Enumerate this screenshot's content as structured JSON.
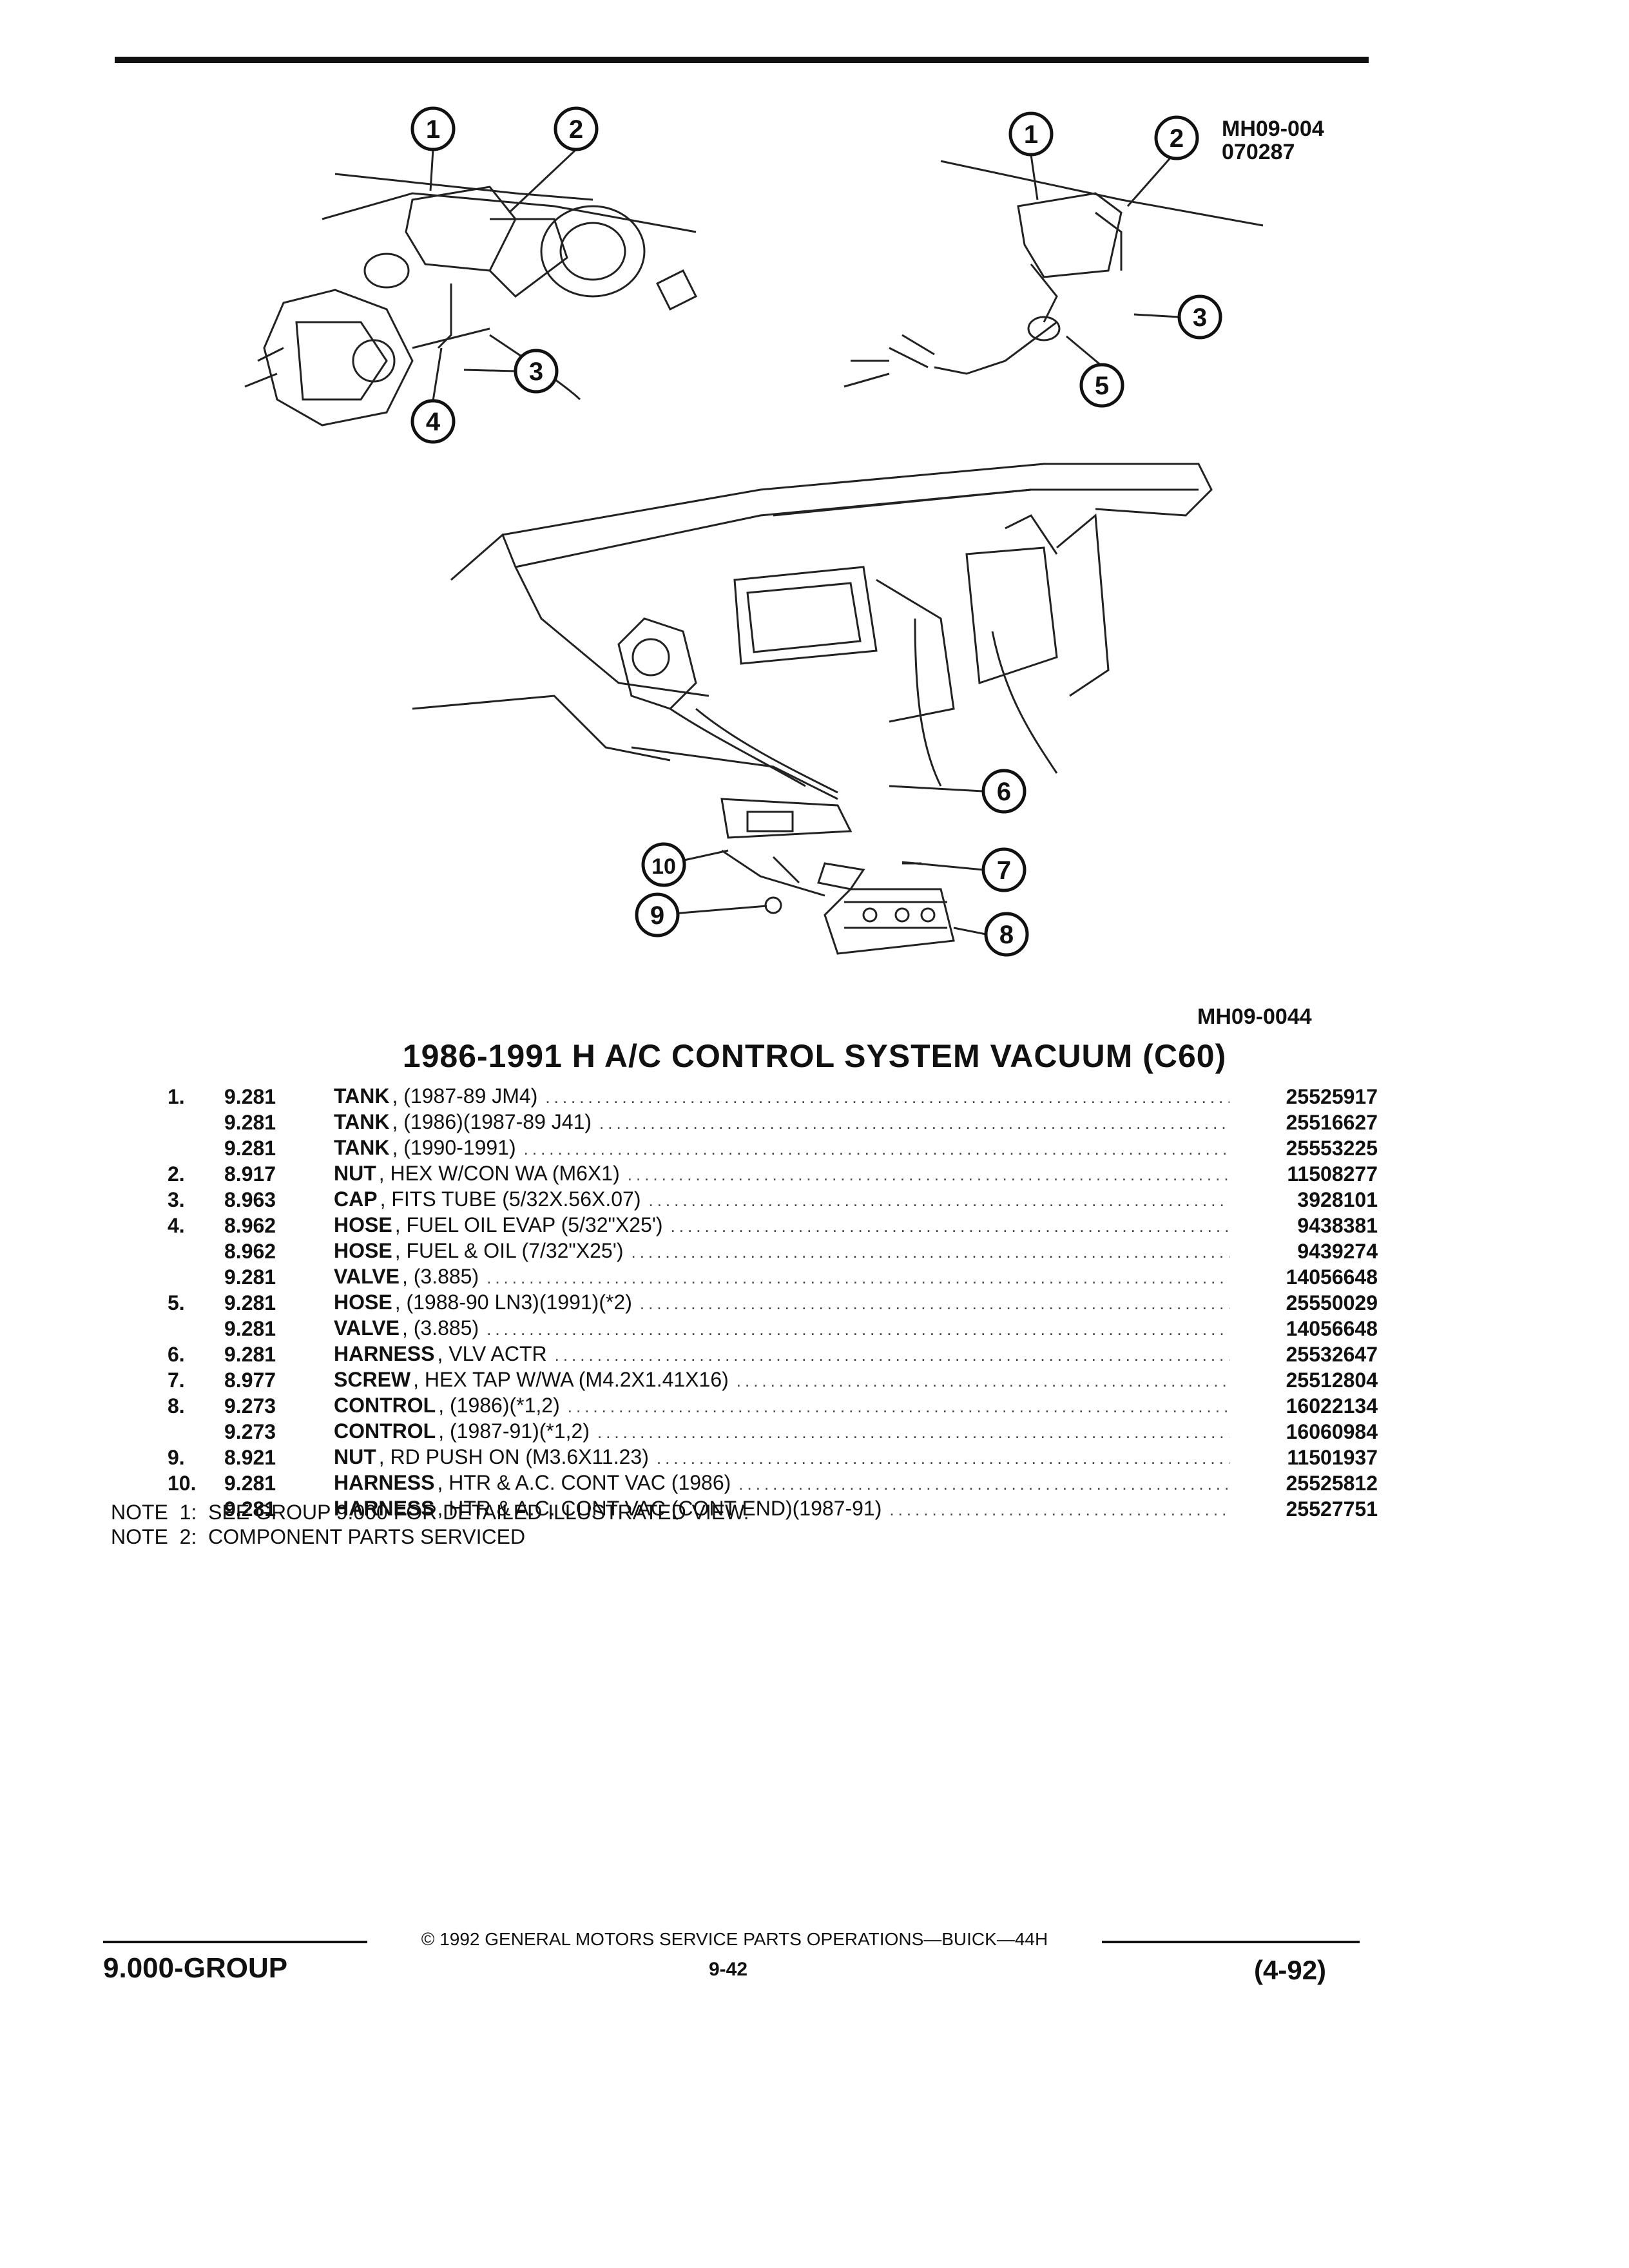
{
  "figure": {
    "code_top_right": "MH09-004",
    "code_top_right_2": "070287",
    "code_bottom": "MH09-0044",
    "callouts": [
      "1",
      "2",
      "3",
      "4",
      "1",
      "2",
      "3",
      "5",
      "6",
      "7",
      "8",
      "9",
      "10"
    ]
  },
  "title": "1986-1991 H A/C CONTROL SYSTEM VACUUM (C60)",
  "parts": [
    {
      "num": "1.",
      "group": "9.281",
      "name": "TANK",
      "qual": ", (1987-89 JM4)",
      "part_no": "25525917"
    },
    {
      "num": "",
      "group": "9.281",
      "name": "TANK",
      "qual": ", (1986)(1987-89 J41)",
      "part_no": "25516627"
    },
    {
      "num": "",
      "group": "9.281",
      "name": "TANK",
      "qual": ", (1990-1991)",
      "part_no": "25553225"
    },
    {
      "num": "2.",
      "group": "8.917",
      "name": "NUT",
      "qual": ", HEX W/CON WA (M6X1)",
      "part_no": "11508277"
    },
    {
      "num": "3.",
      "group": "8.963",
      "name": "CAP",
      "qual": ", FITS TUBE (5/32X.56X.07)",
      "part_no": "3928101"
    },
    {
      "num": "4.",
      "group": "8.962",
      "name": "HOSE",
      "qual": ", FUEL OIL EVAP (5/32\"X25')",
      "part_no": "9438381"
    },
    {
      "num": "",
      "group": "8.962",
      "name": "HOSE",
      "qual": ", FUEL & OIL (7/32\"X25')",
      "part_no": "9439274"
    },
    {
      "num": "",
      "group": "9.281",
      "name": "VALVE",
      "qual": ", (3.885)",
      "part_no": "14056648"
    },
    {
      "num": "5.",
      "group": "9.281",
      "name": "HOSE",
      "qual": ", (1988-90 LN3)(1991)(*2)",
      "part_no": "25550029"
    },
    {
      "num": "",
      "group": "9.281",
      "name": "VALVE",
      "qual": ", (3.885)",
      "part_no": "14056648"
    },
    {
      "num": "6.",
      "group": "9.281",
      "name": "HARNESS",
      "qual": ", VLV ACTR",
      "part_no": "25532647"
    },
    {
      "num": "7.",
      "group": "8.977",
      "name": "SCREW",
      "qual": ", HEX TAP W/WA (M4.2X1.41X16)",
      "part_no": "25512804"
    },
    {
      "num": "8.",
      "group": "9.273",
      "name": "CONTROL",
      "qual": ", (1986)(*1,2)",
      "part_no": "16022134"
    },
    {
      "num": "",
      "group": "9.273",
      "name": "CONTROL",
      "qual": ", (1987-91)(*1,2)",
      "part_no": "16060984"
    },
    {
      "num": "9.",
      "group": "8.921",
      "name": "NUT",
      "qual": ", RD PUSH ON (M3.6X11.23)",
      "part_no": "11501937"
    },
    {
      "num": "10.",
      "group": "9.281",
      "name": "HARNESS",
      "qual": ", HTR & A.C. CONT VAC (1986)",
      "part_no": "25525812"
    },
    {
      "num": "",
      "group": "9.281",
      "name": "HARNESS",
      "qual": ", HTR & A.C. CONT VAC (CONT END)(1987-91)",
      "part_no": "25527751"
    }
  ],
  "notes": [
    "NOTE  1:  SEE GROUP 9.000 FOR DETAILED ILLUSTRATED VIEW.",
    "NOTE  2:  COMPONENT PARTS SERVICED"
  ],
  "footer": {
    "center": "© 1992 GENERAL MOTORS SERVICE PARTS OPERATIONS—BUICK—44H",
    "left": "9.000-GROUP",
    "page": "9-42",
    "right": "(4-92)"
  }
}
